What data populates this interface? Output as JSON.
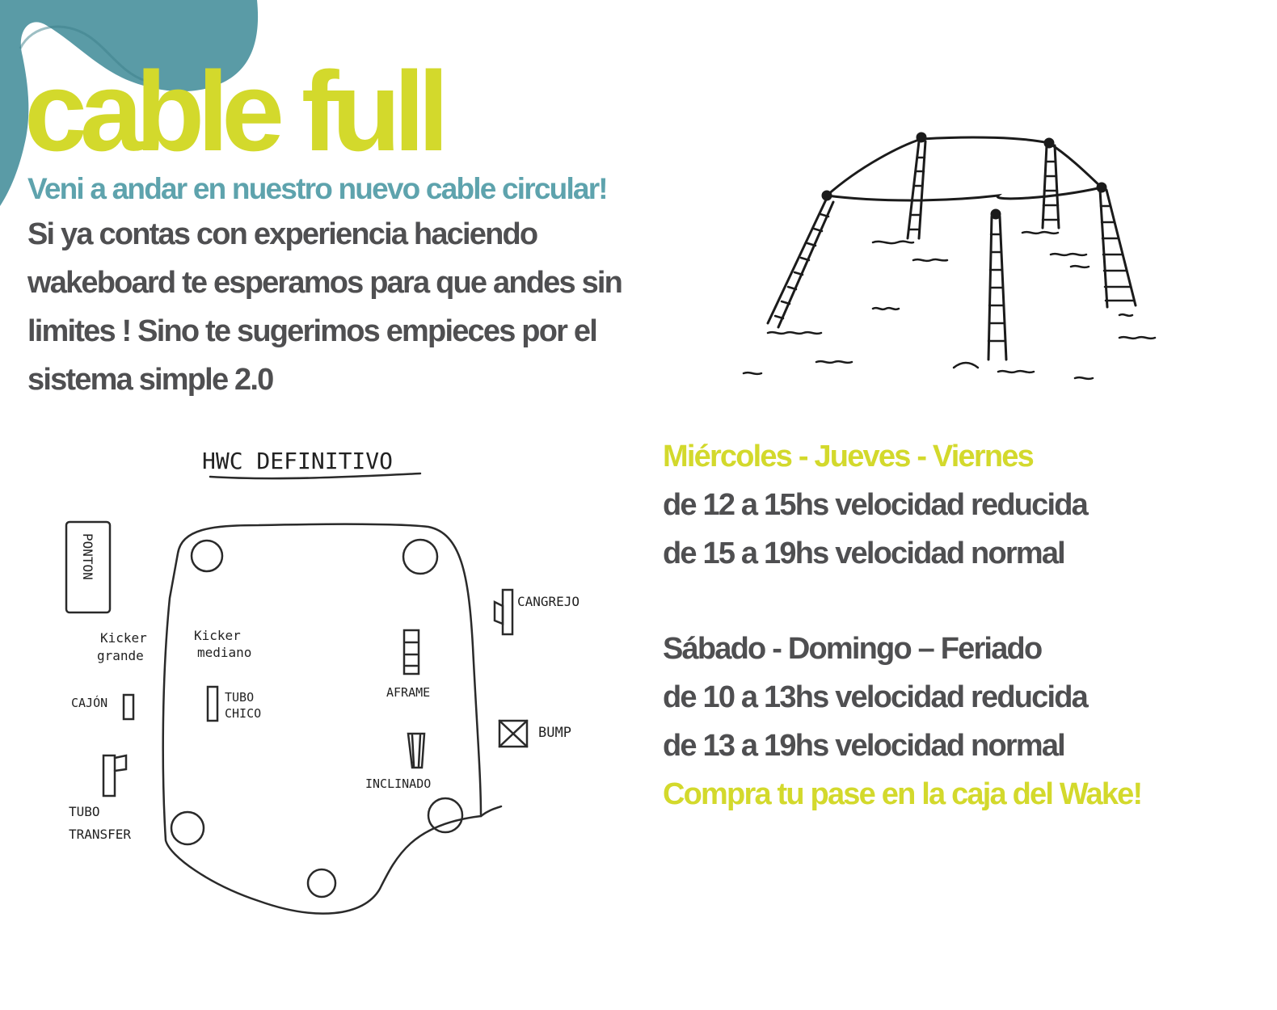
{
  "title": "cable full",
  "subtitle": "Veni a andar en nuestro nuevo cable circular!",
  "intro": "Si ya contas con  experiencia haciendo wakeboard te esperamos para que andes sin limites ! Sino te sugerimos empieces por el sistema simple 2.0",
  "colors": {
    "accent_green": "#d3d92c",
    "teal": "#5ea3ad",
    "text_gray": "#4f4f51",
    "blob_teal": "#5a9ba6"
  },
  "schedule": {
    "weekdays_title": "Miércoles - Jueves - Viernes",
    "weekdays_line1": "de 12 a 15hs velocidad reducida",
    "weekdays_line2": "de 15 a  19hs velocidad normal",
    "weekend_title": "Sábado - Domingo – Feriado",
    "weekend_line1": "de 10 a 13hs velocidad reducida",
    "weekend_line2": "de 13 a 19hs velocidad normal",
    "cta": "Compra tu pase en la caja del Wake!"
  },
  "park_map": {
    "heading": "HWC DEFINITIVO",
    "labels": {
      "ponton": "PONTON",
      "kicker_grande_1": "Kicker",
      "kicker_grande_2": "grande",
      "kicker_mediano_1": "Kicker",
      "kicker_mediano_2": "mediano",
      "cajon": "CAJÓN",
      "tubo_chico_1": "TUBO",
      "tubo_chico_2": "CHICO",
      "tubo_transfer_1": "TUBO",
      "tubo_transfer_2": "TRANSFER",
      "aframe": "AFRAME",
      "inclinado": "INCLINADO",
      "cangrejo": "CANGREJO",
      "bump": "BUMP"
    }
  }
}
